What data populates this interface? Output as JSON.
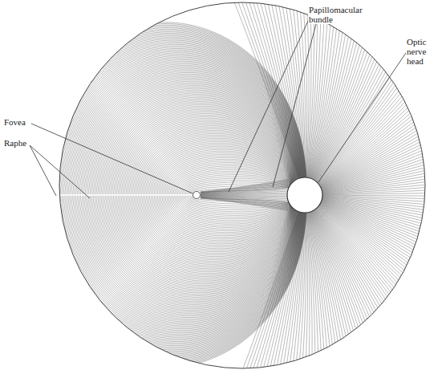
{
  "diagram": {
    "labels": [
      "Papillomacular bundle",
      "Optic nerve head",
      "Fovea",
      "Raphe"
    ]
  }
}
